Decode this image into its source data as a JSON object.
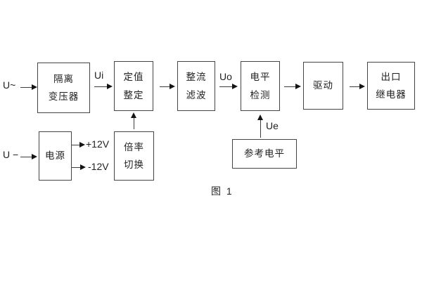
{
  "figure": {
    "caption": "图 1",
    "background": "#ffffff",
    "line_color": "#454545",
    "text_color": "#1f1f1f"
  },
  "diagram": {
    "type": "block-diagram",
    "boxes": [
      {
        "name": "isolation-transformer",
        "lines": [
          "隔离",
          "变压器"
        ]
      },
      {
        "name": "value-setting",
        "lines": [
          "定值",
          "整定"
        ]
      },
      {
        "name": "rectify-filter",
        "lines": [
          "整流",
          "滤波"
        ]
      },
      {
        "name": "level-detect",
        "lines": [
          "电平",
          "检测"
        ]
      },
      {
        "name": "drive",
        "lines": [
          "驱动"
        ]
      },
      {
        "name": "output-relay",
        "lines": [
          "出口",
          "继电器"
        ]
      },
      {
        "name": "power-supply",
        "lines": [
          "电源"
        ]
      },
      {
        "name": "multiplier-switch",
        "lines": [
          "倍率",
          "切换"
        ]
      },
      {
        "name": "reference-level",
        "lines": [
          "参考电平"
        ]
      }
    ],
    "labels": {
      "u_ac": "U~",
      "u_dc": "U −",
      "ui": "Ui",
      "uo": "Uo",
      "ue": "Ue",
      "plus_12v": "+12V",
      "minus_12v": "-12V"
    }
  }
}
